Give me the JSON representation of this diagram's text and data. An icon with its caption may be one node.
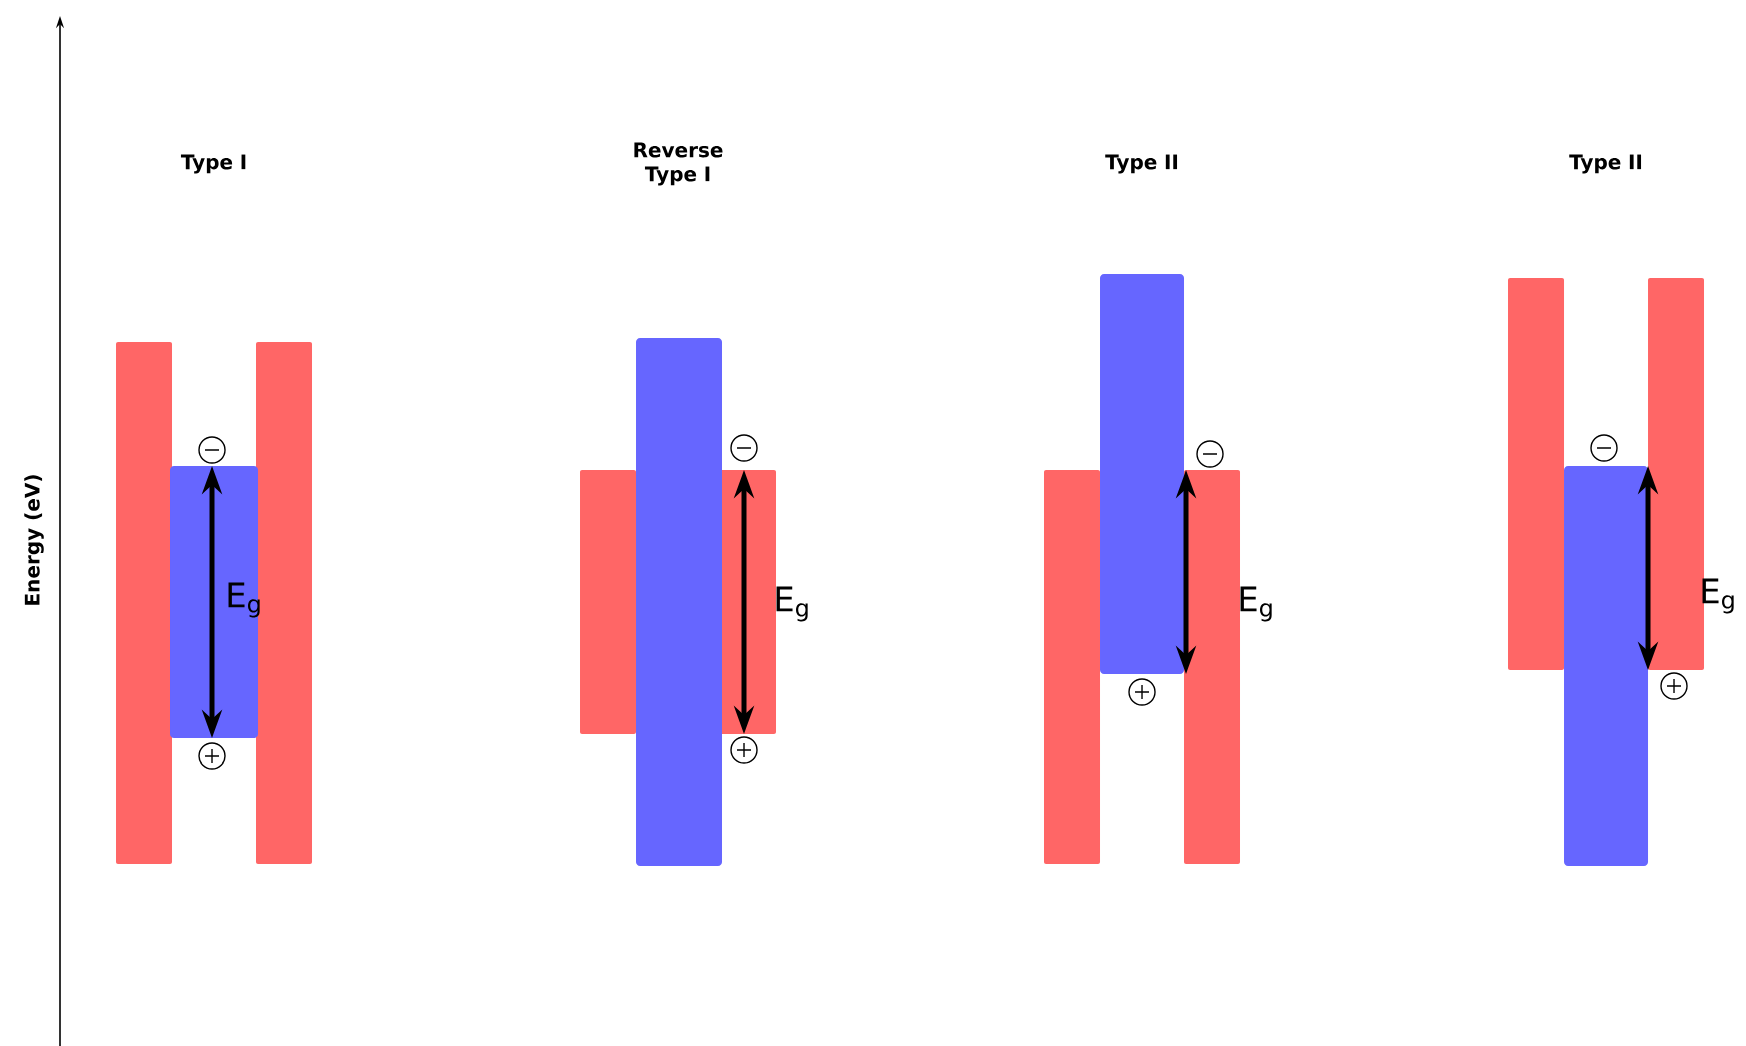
{
  "diagram": {
    "labels": [
      "Type I",
      "Reverse Type I",
      "Type II",
      "Type II",
      "Energy (eV)",
      "E$_{g}$",
      "E$_{g}$",
      "E$_{g}$",
      "E$_{g}$"
    ]
  }
}
